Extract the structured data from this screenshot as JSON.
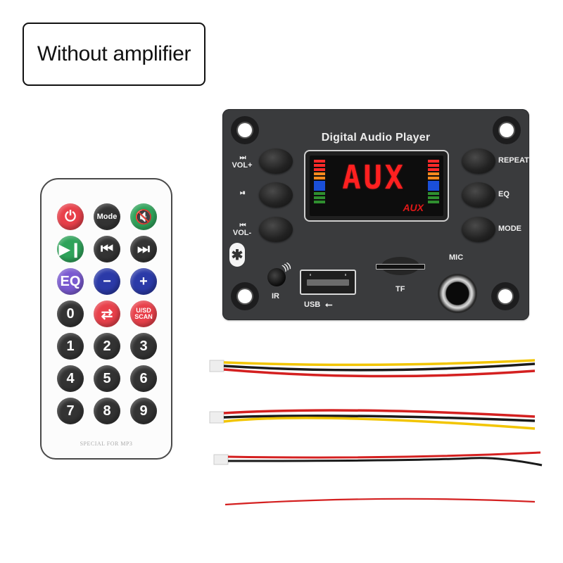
{
  "label": {
    "text": "Without amplifier"
  },
  "board": {
    "title": "Digital Audio Player",
    "left_buttons": [
      {
        "glyph": "⏭",
        "label": "VOL+"
      },
      {
        "glyph": "⏯",
        "label": ""
      },
      {
        "glyph": "⏮",
        "label": "VOL-"
      }
    ],
    "right_buttons": [
      {
        "label": "REPEAT"
      },
      {
        "label": "EQ"
      },
      {
        "label": "MODE"
      }
    ],
    "display": {
      "main_text": "AUX",
      "small_text": "AUX",
      "meter_colors": {
        "red": "#ff2a2a",
        "orange": "#ff8a1e",
        "blue": "#1a4fd8",
        "green": "#2f8f2f"
      }
    },
    "ports": {
      "bluetooth_glyph": "✱",
      "ir_label": "IR",
      "usb_label": "USB",
      "usb_symbol": "⭠",
      "tf_label": "TF",
      "mic_label": "MIC"
    }
  },
  "remote": {
    "rows": [
      [
        {
          "text": "⏻",
          "color": "#e8404a",
          "name": "power"
        },
        {
          "text": "Mode",
          "color": "#333333",
          "name": "mode"
        },
        {
          "text": "🔇",
          "color": "#2fa35a",
          "name": "mute"
        }
      ],
      [
        {
          "text": "▶❙",
          "color": "#2fa35a",
          "name": "play-pause"
        },
        {
          "text": "⏮",
          "color": "#333333",
          "name": "previous"
        },
        {
          "text": "⏭",
          "color": "#333333",
          "name": "next"
        }
      ],
      [
        {
          "text": "EQ",
          "color": "#7a5ad0",
          "name": "eq"
        },
        {
          "text": "−",
          "color": "#2b3aa8",
          "name": "volume-down"
        },
        {
          "text": "+",
          "color": "#2b3aa8",
          "name": "volume-up"
        }
      ],
      [
        {
          "text": "0",
          "color": "#333333",
          "name": "digit-0"
        },
        {
          "text": "⇄",
          "color": "#e8404a",
          "name": "repeat"
        },
        {
          "text": "U/SD SCAN",
          "color": "#e8404a",
          "name": "usd-scan"
        }
      ],
      [
        {
          "text": "1",
          "color": "#333333",
          "name": "digit-1"
        },
        {
          "text": "2",
          "color": "#333333",
          "name": "digit-2"
        },
        {
          "text": "3",
          "color": "#333333",
          "name": "digit-3"
        }
      ],
      [
        {
          "text": "4",
          "color": "#333333",
          "name": "digit-4"
        },
        {
          "text": "5",
          "color": "#333333",
          "name": "digit-5"
        },
        {
          "text": "6",
          "color": "#333333",
          "name": "digit-6"
        }
      ],
      [
        {
          "text": "7",
          "color": "#333333",
          "name": "digit-7"
        },
        {
          "text": "8",
          "color": "#333333",
          "name": "digit-8"
        },
        {
          "text": "9",
          "color": "#333333",
          "name": "digit-9"
        }
      ]
    ],
    "footer": "SPECIAL FOR MP3"
  },
  "cables": [
    {
      "wires": [
        "#f2c500",
        "#1a1a1a",
        "#d42020"
      ],
      "connector": true
    },
    {
      "wires": [
        "#d42020",
        "#1a1a1a",
        "#f2c500"
      ],
      "connector": true
    },
    {
      "wires": [
        "#d42020",
        "#1a1a1a"
      ],
      "connector": true
    },
    {
      "wires": [
        "#d42020"
      ],
      "connector": false
    }
  ]
}
